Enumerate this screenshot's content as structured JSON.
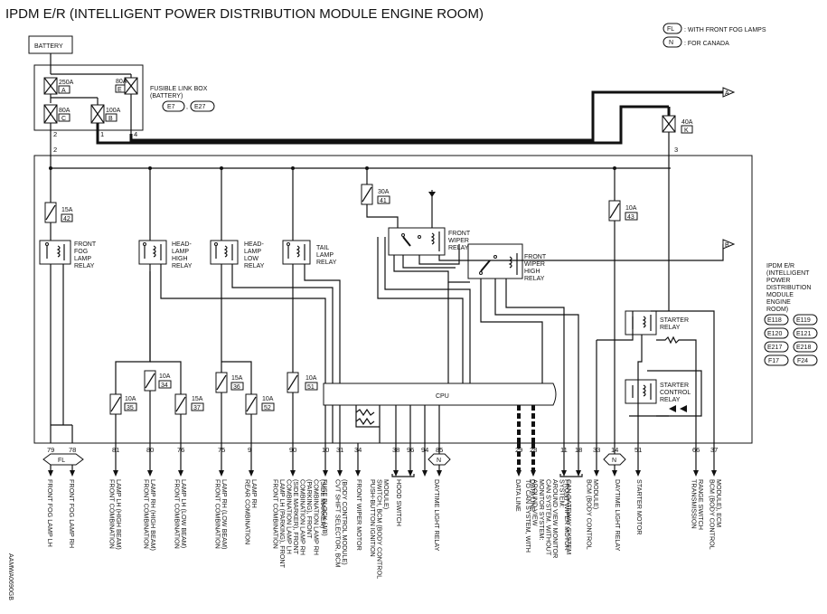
{
  "title": "IPDM E/R (INTELLIGENT POWER DISTRIBUTION MODULE ENGINE ROOM)",
  "legend": [
    {
      "tag": "FL",
      "text": ": WITH FRONT FOG LAMPS"
    },
    {
      "tag": "N",
      "text": ": FOR CANADA"
    }
  ],
  "battery_label": "BATTERY",
  "fusible_link_box": {
    "label_lines": [
      "FUSIBLE LINK BOX",
      "(BATTERY)"
    ],
    "connectors": [
      "E7",
      "E27"
    ],
    "fuses": [
      {
        "amp": "250A",
        "id": "A"
      },
      {
        "amp": "80A",
        "id": "E"
      },
      {
        "amp": "80A",
        "id": "C"
      },
      {
        "amp": "100A",
        "id": "B"
      }
    ],
    "terminals": [
      "2",
      "1",
      "4"
    ]
  },
  "module_label_lines": [
    "IPDM E/R",
    "(INTELLIGENT",
    "POWER",
    "DISTRIBUTION",
    "MODULE",
    "ENGINE",
    "ROOM)"
  ],
  "module_connectors": [
    "E118",
    "E119",
    "E120",
    "E121",
    "E217",
    "E218",
    "F17",
    "F24"
  ],
  "fuses": [
    {
      "amp": "40A",
      "id": "K"
    },
    {
      "amp": "15A",
      "id": "42"
    },
    {
      "amp": "30A",
      "id": "41"
    },
    {
      "amp": "10A",
      "id": "43"
    },
    {
      "amp": "10A",
      "id": "35"
    },
    {
      "amp": "10A",
      "id": "34"
    },
    {
      "amp": "15A",
      "id": "37"
    },
    {
      "amp": "15A",
      "id": "36"
    },
    {
      "amp": "10A",
      "id": "52"
    },
    {
      "amp": "10A",
      "id": "51"
    }
  ],
  "relays": [
    {
      "name": "front-fog-lamp-relay",
      "lines": [
        "FRONT",
        "FOG",
        "LAMP",
        "RELAY"
      ]
    },
    {
      "name": "head-lamp-high-relay",
      "lines": [
        "HEAD-",
        "LAMP",
        "HIGH",
        "RELAY"
      ]
    },
    {
      "name": "head-lamp-low-relay",
      "lines": [
        "HEAD-",
        "LAMP",
        "LOW",
        "RELAY"
      ]
    },
    {
      "name": "tail-lamp-relay",
      "lines": [
        "TAIL",
        "LAMP",
        "RELAY"
      ]
    },
    {
      "name": "front-wiper-relay",
      "lines": [
        "FRONT",
        "WIPER",
        "RELAY"
      ]
    },
    {
      "name": "front-wiper-high-relay",
      "lines": [
        "FRONT",
        "WIPER",
        "HIGH",
        "RELAY"
      ]
    },
    {
      "name": "starter-relay",
      "lines": [
        "STARTER",
        "RELAY"
      ]
    },
    {
      "name": "starter-control-relay",
      "lines": [
        "STARTER",
        "CONTROL",
        "RELAY"
      ]
    }
  ],
  "cpu_label": "CPU",
  "arrows": [
    "A",
    "B"
  ],
  "terminal_2": "2",
  "terminal_3": "3",
  "pins": [
    "79",
    "78",
    "81",
    "80",
    "76",
    "75",
    "9",
    "90",
    "10",
    "31",
    "34",
    "38",
    "96",
    "94",
    "85",
    "29",
    "28",
    "11",
    "18",
    "33",
    "14",
    "51",
    "66",
    "37"
  ],
  "fl_tag": "FL",
  "n_tags": [
    "N",
    "N"
  ],
  "destinations": [
    {
      "name": "front-fog-lamp-lh",
      "lines": [
        "FRONT FOG LAMP LH"
      ]
    },
    {
      "name": "front-fog-lamp-rh",
      "lines": [
        "FRONT FOG LAMP RH"
      ]
    },
    {
      "name": "front-combination-lamp-lh-high",
      "lines": [
        "FRONT COMBINATION",
        "LAMP LH (HIGH BEAM)"
      ]
    },
    {
      "name": "front-combination-lamp-rh-high",
      "lines": [
        "FRONT COMBINATION",
        "LAMP RH (HIGH BEAM)"
      ]
    },
    {
      "name": "front-combination-lamp-lh-low",
      "lines": [
        "FRONT COMBINATION",
        "LAMP LH (LOW BEAM)"
      ]
    },
    {
      "name": "front-combination-lamp-rh-low",
      "lines": [
        "FRONT COMBINATION",
        "LAMP RH (LOW BEAM)"
      ]
    },
    {
      "name": "rear-combination-lamp-rh",
      "lines": [
        "REAR COMBINATION",
        "LAMP RH"
      ]
    },
    {
      "name": "tail-lamp-destinations",
      "lines": [
        "FRONT COMBINATION",
        "LAMP LH (PARKING), FRONT",
        "COMBINATION LAMP LH",
        "(SIDE MARKER), FRONT",
        "COMBINATION LAMP RH",
        "(PARKING), FRONT",
        "COMBINATION LAMP RH",
        "(SIDE MARKER)"
      ]
    },
    {
      "name": "fuse-block-jb",
      "lines": [
        "FUSE BLOCK (J/B)"
      ]
    },
    {
      "name": "cvt-shift-selector-bcm",
      "lines": [
        "CVT SHIFT SELECTOR, BCM",
        "(BODY CONTROL MODULE)"
      ]
    },
    {
      "name": "front-wiper-motor-1",
      "lines": [
        "FRONT WIPER MOTOR"
      ]
    },
    {
      "name": "push-button-ignition-switch",
      "lines": [
        "PUSH-BUTTON IGNITION",
        "SWITCH, BCM (BODY CONTROL",
        "MODULE)"
      ]
    },
    {
      "name": "hood-switch",
      "lines": [
        "HOOD SWITCH"
      ]
    },
    {
      "name": "daytime-light-relay-1",
      "lines": [
        "DAYTIME LIGHT RELAY"
      ]
    },
    {
      "name": "can-data-line-l",
      "lines": [
        "DATA LINE"
      ]
    },
    {
      "name": "can-data-line-h",
      "lines": [
        "DATA LINE"
      ]
    },
    {
      "name": "can-system-note",
      "lines": [
        "TO CAN SYSTEM, WITH",
        "AROUND VIEW",
        "MONITOR SYSTEM:",
        "CAN SYSTEM. WITHOUT",
        "AROUND VIEW MONITOR",
        "SYSTEM:",
        "CAN GATEWAY SYSTEM"
      ]
    },
    {
      "name": "front-wiper-motor-2",
      "lines": [
        "FRONT WIPER MOTOR"
      ]
    },
    {
      "name": "bcm-body-control-module",
      "lines": [
        "BCM (BODY CONTROL",
        "MODULE)"
      ]
    },
    {
      "name": "daytime-light-relay-2",
      "lines": [
        "DAYTIME LIGHT RELAY"
      ]
    },
    {
      "name": "starter-motor",
      "lines": [
        "STARTER MOTOR"
      ]
    },
    {
      "name": "transmission-range-switch",
      "lines": [
        "TRANSMISSION",
        "RANGE SWITCH"
      ]
    },
    {
      "name": "bcm-ecm",
      "lines": [
        "BCM (BODY CONTROL",
        "MODULE), ECM"
      ]
    }
  ],
  "figure_code": "AAMWA0690GB"
}
